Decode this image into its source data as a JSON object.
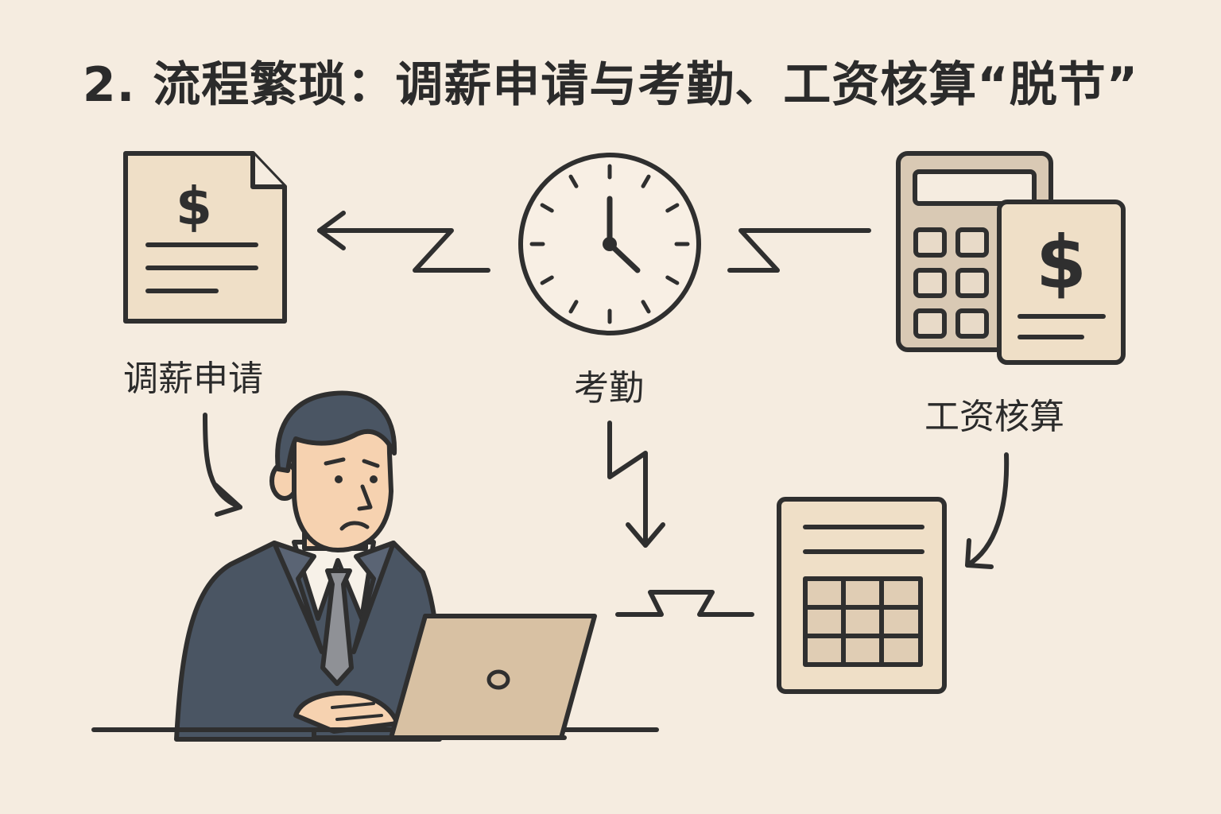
{
  "title": "2. 流程繁琐：调薪申请与考勤、工资核算“脱节”",
  "nodes": {
    "salary_request": {
      "label": "调薪申请",
      "icon": "salary-document-icon"
    },
    "attendance": {
      "label": "考勤",
      "icon": "clock-icon"
    },
    "payroll": {
      "label": "工资核算",
      "icon": "calculator-payslip-icon"
    },
    "spreadsheet": {
      "icon": "spreadsheet-icon"
    },
    "employee": {
      "icon": "worried-employee-laptop-icon"
    }
  },
  "colors": {
    "background": "#f5ece0",
    "stroke": "#2f2f2f",
    "paper": "#efdfc7",
    "calculator": "#d9c9b4",
    "suit": "#4a5563",
    "skin": "#f6d2b0",
    "laptop": "#d8c1a3"
  }
}
